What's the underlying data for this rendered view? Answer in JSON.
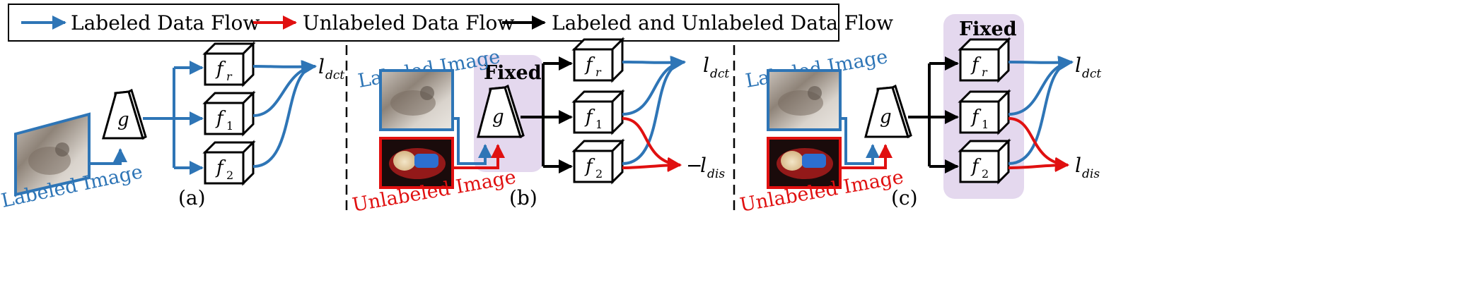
{
  "legend": {
    "labeled": "Labeled Data Flow",
    "unlabeled": "Unlabeled Data Flow",
    "both": "Labeled and Unlabeled Data Flow"
  },
  "colors": {
    "labeled": "#2e75b6",
    "unlabeled": "#e01010",
    "both": "#000000",
    "fixed_bg": "#e4d8ee"
  },
  "images": {
    "labeled": "Labeled Image",
    "unlabeled": "Unlabeled Image"
  },
  "fixed_label": "Fixed",
  "nodes": {
    "g": "g",
    "fr": "f",
    "fr_sub": "r",
    "f1": "f",
    "f1_sub": "1",
    "f2": "f",
    "f2_sub": "2"
  },
  "losses": {
    "l": "l",
    "dct": "dct",
    "dis": "dis",
    "neg": "−"
  },
  "panels": {
    "a": "(a)",
    "b": "(b)",
    "c": "(c)"
  }
}
